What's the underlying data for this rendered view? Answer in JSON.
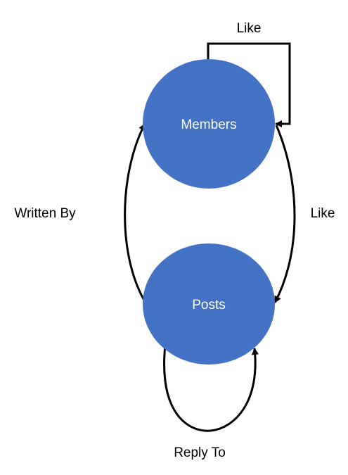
{
  "diagram": {
    "node_color": "#4472C4",
    "edge_color": "#000000",
    "nodes": {
      "members": {
        "label": "Members"
      },
      "posts": {
        "label": "Posts"
      }
    },
    "edges": {
      "members_like_members": {
        "label": "Like",
        "from": "Members",
        "to": "Members"
      },
      "posts_written_by_members": {
        "label": "Written By",
        "from": "Posts",
        "to": "Members"
      },
      "members_like_posts": {
        "label": "Like",
        "from": "Members",
        "to": "Posts"
      },
      "posts_reply_to_posts": {
        "label": "Reply To",
        "from": "Posts",
        "to": "Posts"
      }
    }
  }
}
